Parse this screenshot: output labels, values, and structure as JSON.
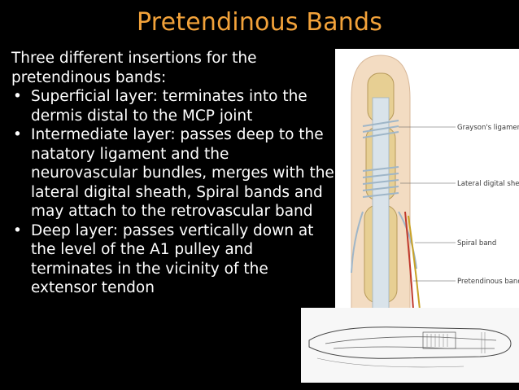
{
  "title": "Pretendinous Bands",
  "intro": "Three different insertions for the pretendinous bands:",
  "bullets": [
    "Superficial layer: terminates into the dermis distal to the MCP joint",
    "Intermediate layer: passes deep to the natatory ligament and the neurovascular bundles, merges with the lateral digital sheath, Spiral bands and may attach to the retrovascular band",
    "Deep layer: passes vertically down at the level of the A1 pulley and terminates in the vicinity of the extensor tendon"
  ],
  "bullet_glyph": "•",
  "figure_labels": {
    "graysons": "Grayson's ligament",
    "lateral_sheet": "Lateral digital sheet",
    "spiral": "Spiral band",
    "pretendinous": "Pretendinous band"
  },
  "colors": {
    "title": "#f2a23a",
    "text": "#ffffff",
    "background": "#000000"
  }
}
